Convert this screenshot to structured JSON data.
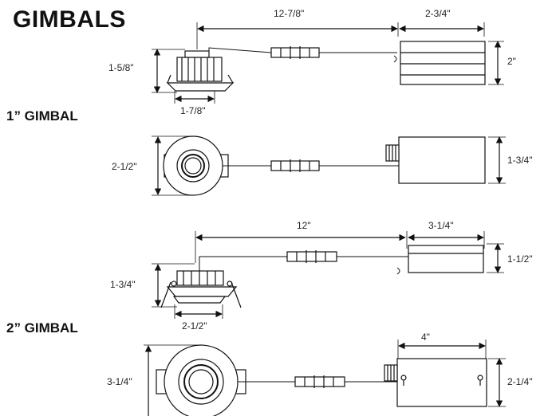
{
  "title": "GIMBALS",
  "sections": {
    "one_inch": "1” GIMBAL",
    "two_inch": "2” GIMBAL"
  },
  "dims": {
    "d_12_7_8": "12-7/8\"",
    "d_2_3_4": "2-3/4\"",
    "d_1_5_8": "1-5/8\"",
    "d_2_a": "2\"",
    "d_1_7_8": "1-7/8\"",
    "d_2_1_2_a": "2-1/2\"",
    "d_1_3_4_a": "1-3/4\"",
    "d_12": "12\"",
    "d_3_1_4_a": "3-1/4\"",
    "d_1_1_2": "1-1/2\"",
    "d_1_3_4_b": "1-3/4\"",
    "d_2_1_2_b": "2-1/2\"",
    "d_4": "4\"",
    "d_3_1_4_b": "3-1/4\"",
    "d_2_1_4": "2-1/4\""
  }
}
